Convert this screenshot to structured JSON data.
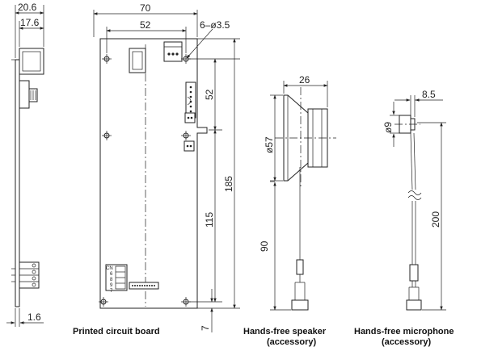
{
  "dimensions": {
    "side_depth": "20.6",
    "side_inner": "17.6",
    "board_thickness": "1.6",
    "board_width": "70",
    "hole_spacing": "52",
    "holes": "6–ø3.5",
    "upper_height": "52",
    "lower_height": "115",
    "total_height": "185",
    "bottom_offset": "7",
    "speaker_depth": "26",
    "speaker_diameter": "ø57",
    "speaker_cable": "90",
    "mic_depth": "8.5",
    "mic_diameter": "ø9",
    "mic_cable": "200"
  },
  "pin_labels": [
    "CN",
    "6",
    "8",
    "9",
    "7"
  ],
  "captions": {
    "pcb": "Printed circuit board",
    "speaker_line1": "Hands-free speaker",
    "speaker_line2": "(accessory)",
    "mic_line1": "Hands-free microphone",
    "mic_line2": "(accessory)"
  }
}
